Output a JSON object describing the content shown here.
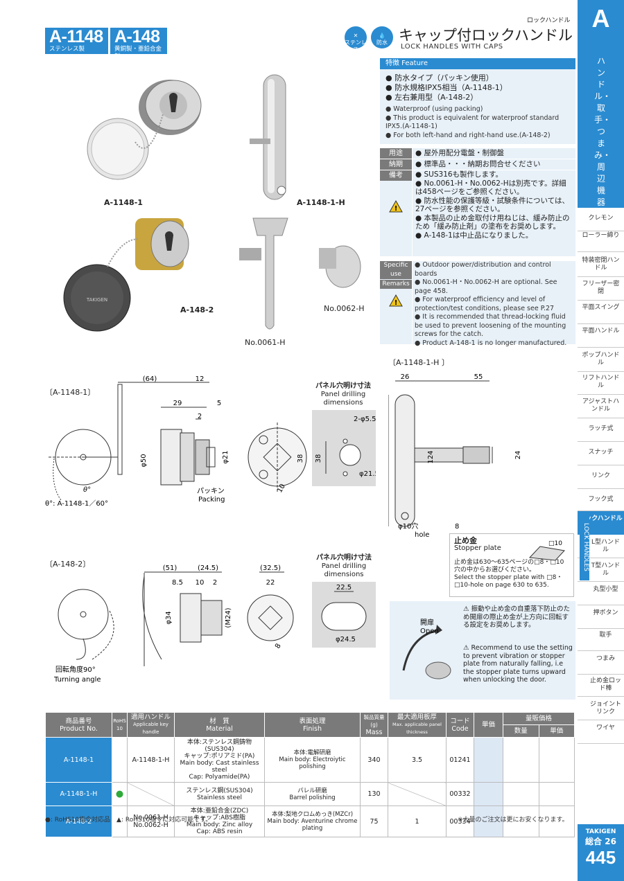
{
  "header": {
    "code1": "A-1148",
    "code1_sub": "ステンレス製",
    "code2": "A-148",
    "code2_sub": "黄銅製・亜鉛合金製",
    "badge1": "ステンレス",
    "badge2": "防水",
    "category": "ロックハンドル",
    "title_jp": "キャップ付ロックハンドル",
    "title_en": "LOCK HANDLES WITH CAPS"
  },
  "sidebar": {
    "letter": "A",
    "section_jp": "ハンドル・取手・つまみ・周辺機器",
    "items": [
      "クレモン",
      "ローラー締り",
      "特装密閉ハンドル",
      "フリーザー密閉",
      "平面スイング",
      "平面ハンドル",
      "ポップハンドル",
      "リフトハンドル",
      "アジャストハンドル",
      "ラッチ式",
      "スナッチ",
      "リンク",
      "フック式"
    ],
    "active": "ロックハンドル",
    "active_vertical": "LOCK HANDLES",
    "items2": [
      "L型ハンドル",
      "T型ハンドル",
      "丸型小型",
      "押ボタン",
      "取手",
      "つまみ",
      "止め金ロッド棒",
      "ジョイントリンク",
      "ワイヤ"
    ],
    "brand": "TAKIGEN",
    "catalog": "総合 26",
    "page": "445"
  },
  "features": {
    "header": "特徴 Feature",
    "jp": [
      "防水タイプ（パッキン使用）",
      "防水規格IPX5相当（A-1148-1）",
      "左右兼用型（A-148-2）"
    ],
    "en": [
      "Waterproof (using packing)",
      "This product is equivalent for waterproof standard IPX5.(A-1148-1)",
      "For both left-hand and right-hand use.(A-148-2)"
    ]
  },
  "info": {
    "use_label": "用途",
    "use": "屋外用配分電盤・制御盤",
    "delivery_label": "納期",
    "delivery": "標準品・・・納期お問合せください",
    "remarks_label": "備考",
    "remarks": [
      "SUS316も製作します。",
      "No.0061-H・No.0062-Hは別売です。詳細は458ページをご参照ください。",
      "防水性能の保護等級・試験条件については、27ページを参照ください。",
      "本製品の止め金取付け用ねじは、緩み防止のため「緩み防止剤」の塗布をお奨めします。",
      "A-148-1は中止品になりました。"
    ],
    "specific_use_label": "Specific use",
    "remarks_en_label": "Remarks",
    "specific_use": "Outdoor power/distribution and control boards",
    "remarks_en": [
      "No.0061-H・No.0062-H are optional. See page 458.",
      "For waterproof efficiency and level of protection/test conditions, please see P.27",
      "It is recommended that thread-locking fluid be used to prevent loosening of the mounting screws for the catch.",
      "Product A-148-1 is no longer manufactured."
    ]
  },
  "photos": {
    "p1": "A-1148-1",
    "p2": "A-1148-1-H",
    "p3": "A-148-2",
    "p4": "No.0061-H",
    "p5": "No.0062-H"
  },
  "drawings": {
    "d1_label": "〔A-1148-1〕",
    "d2_label": "〔A-148-2〕",
    "d3_label": "〔A-1148-1-H 〕",
    "theta": "θ°",
    "theta_note": "θ°: A-1148-1／60°",
    "packing_jp": "パッキン",
    "packing_en": "Packing",
    "panel_jp": "パネル穴明け寸法",
    "panel_en1": "Panel drilling",
    "panel_en2": "dimensions",
    "dims1": [
      "(64)",
      "12",
      "29",
      "5",
      "2",
      "φ50",
      "φ21",
      "38",
      "38",
      "2-φ5.5",
      "φ21.5",
      "10"
    ],
    "dims2": [
      "(51)",
      "(24.5)",
      "(32.5)",
      "8.5",
      "10",
      "2",
      "22",
      "φ34",
      "(M24)",
      "8",
      "22.5",
      "φ24.5"
    ],
    "dims3": [
      "26",
      "55",
      "124",
      "24",
      "φ10穴",
      "hole",
      "8"
    ],
    "turn_jp": "回転角度90°",
    "turn_en": "Turning angle",
    "stopper_jp": "止め金",
    "stopper_en": "Stopper plate",
    "stopper_dim": "□10",
    "stopper_note_jp": "止め金は630〜635ページの□8・□10穴の中からお選びください。",
    "stopper_note_en": "Select the stopper plate with □8・□10-hole on page 630 to 635.",
    "open_jp": "開扉",
    "open_en": "Open",
    "caution_jp": "振動や止め金の自重落下防止のため開扉の際止め金が上方向に回転する設定をお奨めします。",
    "caution_en": "Recommend to use the setting to prevent vibration or stopper plate from naturally falling, i.e the stopper plate turns upward when unlocking the door."
  },
  "table": {
    "headers": {
      "product_jp": "商品番号",
      "product_en": "Product No.",
      "rohs": "RoHS 10",
      "handle_jp": "適用ハンドル",
      "handle_en": "Applicable key handle",
      "material_jp": "材　質",
      "material_en": "Material",
      "finish_jp": "表面処理",
      "finish_en": "Finish",
      "mass_jp": "製品質量(g)",
      "mass_en": "Mass",
      "thick_jp": "最大適用板厚",
      "thick_en": "Max. applicable panel thickness",
      "code_jp": "コード",
      "code_en": "Code",
      "unit": "単価",
      "bulk": "量販価格",
      "qty": "数量",
      "bulk_unit": "単価"
    },
    "rows": [
      {
        "product": "A-1148-1",
        "rohs": "",
        "handle": "A-1148-1-H",
        "material": [
          "本体:ステンレス鋼鋳物(SUS304)",
          "キャップ:ポリアミド(PA)",
          "Main body: Cast stainless steel",
          "Cap: Polyamide(PA)"
        ],
        "finish": [
          "本体:電解研磨",
          "Main body: Electroiytic polishing"
        ],
        "mass": "340",
        "thickness": "3.5",
        "code": "01241"
      },
      {
        "product": "A-1148-1-H",
        "rohs": "●",
        "handle": "",
        "material": [
          "ステンレス鋼(SUS304)",
          "Stainless steel"
        ],
        "finish": [
          "バレル研磨",
          "Barrel polishing"
        ],
        "mass": "130",
        "thickness": "",
        "code": "00332"
      },
      {
        "product": "A-148-2",
        "rohs": "",
        "handle": "No.0061-H\nNo.0062-H",
        "material": [
          "本体:亜鉛合金(ZDC)",
          "キャップ:ABS樹脂",
          "Main body: Zinc alloy",
          "Cap: ABS resin"
        ],
        "finish": [
          "本体:梨地クロムめっき(MZCr)",
          "Main body: Aventurine chrome plating"
        ],
        "mass": "75",
        "thickness": "1",
        "code": "00334"
      }
    ]
  },
  "footer": {
    "left": "●: RoHS10指令対応品　▲: RoHS10指令に対応可能です。",
    "right": "※大量のご注文は更にお安くなります。"
  },
  "colors": {
    "accent": "#2a8bd1",
    "label_gray": "#7a7a7a",
    "panel_bg": "#e8f1f8",
    "rohs_green": "#2faa3a",
    "warn": "#f0c419"
  }
}
